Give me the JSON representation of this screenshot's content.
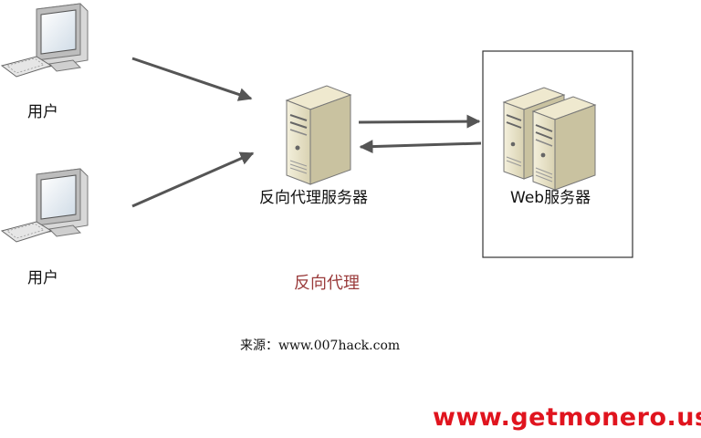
{
  "nodes": {
    "user_top": {
      "label": "用户",
      "icon": "desktop-computer-icon"
    },
    "user_bottom": {
      "label": "用户",
      "icon": "desktop-computer-icon"
    },
    "proxy": {
      "label": "反向代理服务器",
      "icon": "server-icon"
    },
    "web": {
      "label": "Web服务器",
      "icon": "server-cluster-icon"
    }
  },
  "caption": "反向代理",
  "source": "来源：www.007hack.com",
  "watermark": "www.getmonero.us",
  "colors": {
    "arrow": "#555555",
    "caption": "#9a3b3b",
    "watermark": "#e0141e",
    "server_body": "#e8e3cc",
    "server_side": "#c9c2a0",
    "monitor_screen": "#e9f0f6"
  }
}
